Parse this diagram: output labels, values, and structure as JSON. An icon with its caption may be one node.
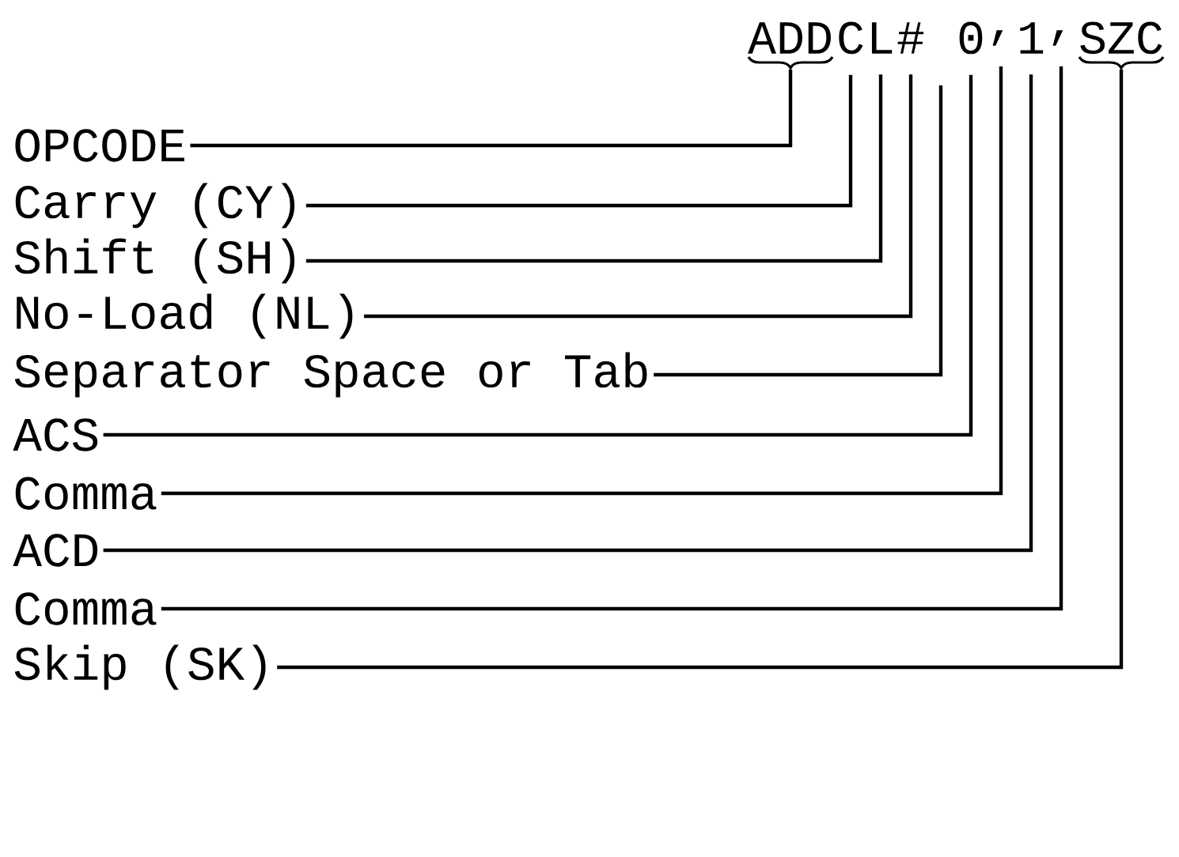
{
  "diagram": {
    "nodes": [
      {
        "text": [
          "OPCODE"
        ]
      },
      {
        "text": [
          "Carry (CY)"
        ]
      },
      {
        "text": [
          "Shift (SH)"
        ]
      },
      {
        "text": [
          "No-Load (NL)"
        ]
      },
      {
        "text": [
          "Separator Space or Tab"
        ]
      },
      {
        "text": [
          "ACS"
        ]
      },
      {
        "text": [
          "Comma"
        ]
      },
      {
        "text": [
          "ACD"
        ]
      },
      {
        "text": [
          "Comma"
        ]
      },
      {
        "text": [
          "Skip (SK)"
        ]
      },
      {
        "text": [
          "ADD"
        ]
      },
      {
        "text": [
          "C"
        ]
      },
      {
        "text": [
          "L"
        ]
      },
      {
        "text": [
          "#"
        ]
      },
      {
        "text": [
          "0"
        ]
      },
      {
        "text": [
          ","
        ]
      },
      {
        "text": [
          "1"
        ]
      },
      {
        "text": [
          ","
        ]
      },
      {
        "text": [
          "SZC"
        ]
      }
    ],
    "edges": [
      {
        "from": 0,
        "to": 10,
        "arrow": "none"
      },
      {
        "from": 1,
        "to": 11,
        "arrow": "none"
      },
      {
        "from": 2,
        "to": 12,
        "arrow": "none"
      },
      {
        "from": 3,
        "to": 13,
        "arrow": "none"
      },
      {
        "from": 4,
        "to": null,
        "arrow": "none"
      },
      {
        "from": 5,
        "to": 14,
        "arrow": "none"
      },
      {
        "from": 6,
        "to": 15,
        "arrow": "none"
      },
      {
        "from": 7,
        "to": 16,
        "arrow": "none"
      },
      {
        "from": 8,
        "to": 17,
        "arrow": "none"
      },
      {
        "from": 9,
        "to": 18,
        "arrow": "none"
      }
    ]
  }
}
